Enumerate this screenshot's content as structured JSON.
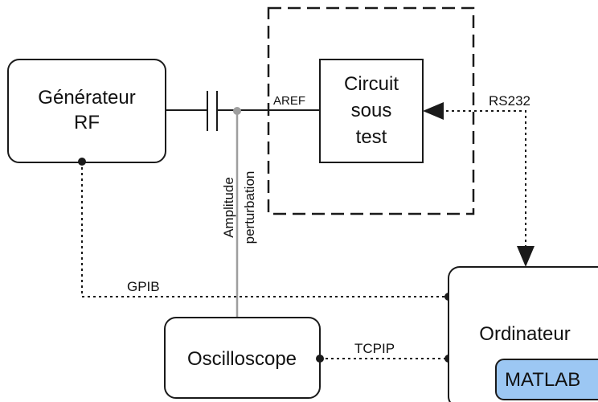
{
  "nodes": {
    "generator": {
      "line1": "Générateur",
      "line2": "RF"
    },
    "dut": {
      "line1": "Circuit",
      "line2": "sous",
      "line3": "test"
    },
    "oscilloscope": {
      "label": "Oscilloscope"
    },
    "computer": {
      "label": "Ordinateur"
    },
    "software": {
      "label": "MATLAB"
    }
  },
  "labels": {
    "aref": "AREF",
    "rs232": "RS232",
    "gpib": "GPIB",
    "tcpip": "TCPIP",
    "amplitude_line1": "Amplitude",
    "amplitude_line2": "perturbation"
  },
  "colors": {
    "stroke": "#1a1a1a",
    "probe_line": "#9e9e9e",
    "matlab_fill": "#9cc7f3",
    "background": "#ffffff"
  }
}
